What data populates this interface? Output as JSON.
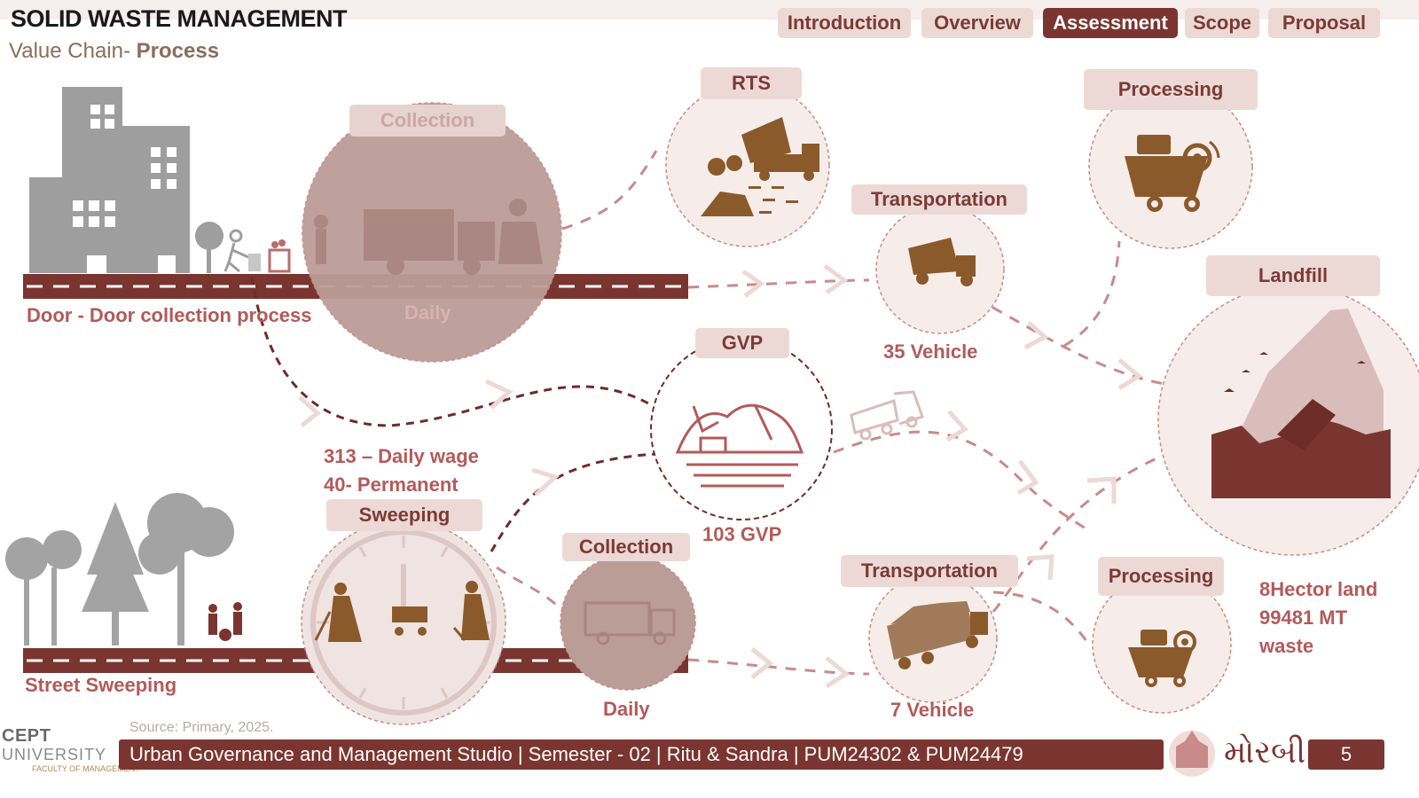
{
  "header": {
    "title": "SOLID WASTE MANAGEMENT",
    "subtitle_prefix": "Value Chain- ",
    "subtitle_bold": "Process"
  },
  "nav": {
    "tabs": [
      {
        "label": "Introduction",
        "active": false
      },
      {
        "label": "Overview",
        "active": false
      },
      {
        "label": "Assessment",
        "active": true
      },
      {
        "label": "Scope",
        "active": false
      },
      {
        "label": "Proposal",
        "active": false
      }
    ]
  },
  "nodes": {
    "collection_top": {
      "label": "Collection",
      "freq": "Daily"
    },
    "rts": {
      "label": "RTS"
    },
    "processing_top": {
      "label": "Processing"
    },
    "transport_top": {
      "label": "Transportation",
      "detail": "35 Vehicle"
    },
    "landfill": {
      "label": "Landfill",
      "land": "8Hector land",
      "waste_qty": "99481 MT",
      "waste_word": "waste"
    },
    "gvp": {
      "label": "GVP",
      "detail": "103 GVP"
    },
    "sweeping": {
      "label": "Sweeping",
      "daily_wage": "313 – Daily wage",
      "permanent": "40- Permanent"
    },
    "collection_bottom": {
      "label": "Collection",
      "freq": "Daily"
    },
    "transport_bottom": {
      "label": "Transportation",
      "detail": "7 Vehicle"
    },
    "processing_bottom": {
      "label": "Processing"
    }
  },
  "roads": {
    "door_label": "Door - Door collection process",
    "street_label": "Street Sweeping"
  },
  "source": "Source: Primary, 2025.",
  "footer": {
    "text": "Urban Governance and Management Studio | Semester - 02 | Ritu & Sandra | PUM24302 & PUM24479",
    "page_number": "5",
    "city_name": "મોરબી"
  },
  "logo": {
    "line1": "CEPT",
    "line2": "UNIVERSITY",
    "line3": "FACULTY OF MANAGEMENT"
  },
  "colors": {
    "accent": "#7b3530",
    "label": "#b35a5a",
    "pill": "#ecd9d6",
    "icon": "#8b5a2b"
  }
}
